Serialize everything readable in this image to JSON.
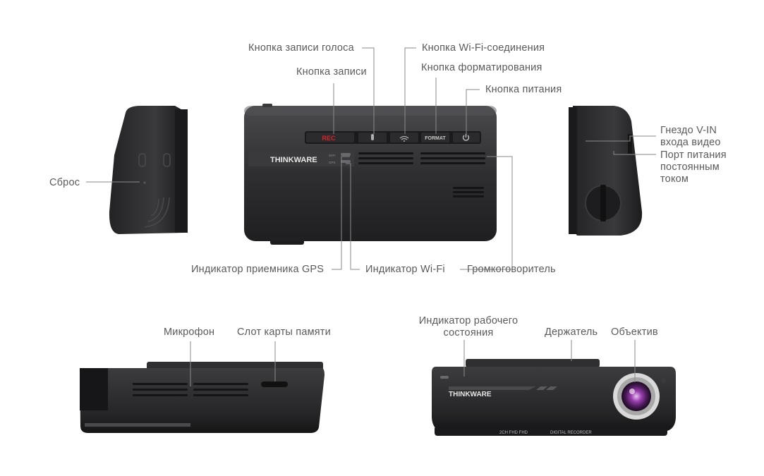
{
  "callouts": {
    "voice_record_button": "Кнопка записи голоса",
    "record_button": "Кнопка записи",
    "wifi_connect_button": "Кнопка Wi-Fi-соединения",
    "format_button": "Кнопка форматирования",
    "power_button": "Кнопка питания",
    "reset": "Сброс",
    "video_in_jack": "Гнездо V-IN входа видео",
    "dc_power_port": "Порт питания постоянным током",
    "gps_indicator": "Индикатор приемника GPS",
    "wifi_indicator": "Индикатор Wi-Fi",
    "speaker": "Громкоговоритель",
    "microphone": "Микрофон",
    "memory_card_slot": "Слот карты памяти",
    "status_indicator": "Индикатор рабочего состояния",
    "mount": "Держатель",
    "lens": "Объектив"
  },
  "device_marks": {
    "brand": "THINKWARE",
    "rec_button": "REC",
    "format_button": "FORMAT",
    "wifi_led": "WIFI",
    "gps_led": "GPS",
    "front_badge_resolution": "2CH FHD FHD",
    "front_badge_text": "DIGITAL RECORDER"
  },
  "colors": {
    "body": "#2c2c2e",
    "rec_red": "#d8252c",
    "leader_line": "#8a8a8a",
    "label_text": "#5a5a5a",
    "lens_purple": "#9a3fb0"
  }
}
